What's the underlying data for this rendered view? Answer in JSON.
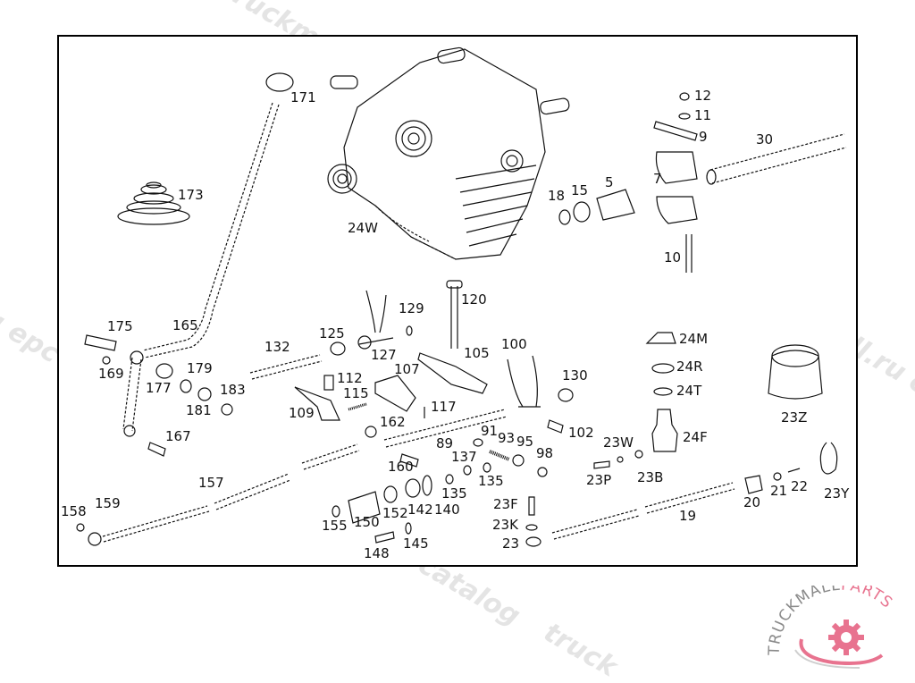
{
  "diagram": {
    "title": "Transmission shift mechanism exploded parts diagram",
    "parts": [
      {
        "id": "171",
        "label": "171"
      },
      {
        "id": "173",
        "label": "173"
      },
      {
        "id": "24W",
        "label": "24W"
      },
      {
        "id": "12",
        "label": "12"
      },
      {
        "id": "11",
        "label": "11"
      },
      {
        "id": "9",
        "label": "9"
      },
      {
        "id": "30",
        "label": "30"
      },
      {
        "id": "7",
        "label": "7"
      },
      {
        "id": "5",
        "label": "5"
      },
      {
        "id": "15",
        "label": "15"
      },
      {
        "id": "18",
        "label": "18"
      },
      {
        "id": "10",
        "label": "10"
      },
      {
        "id": "175",
        "label": "175"
      },
      {
        "id": "165",
        "label": "165"
      },
      {
        "id": "169",
        "label": "169"
      },
      {
        "id": "177",
        "label": "177"
      },
      {
        "id": "179",
        "label": "179"
      },
      {
        "id": "181",
        "label": "181"
      },
      {
        "id": "183",
        "label": "183"
      },
      {
        "id": "167",
        "label": "167"
      },
      {
        "id": "132",
        "label": "132"
      },
      {
        "id": "125",
        "label": "125"
      },
      {
        "id": "129",
        "label": "129"
      },
      {
        "id": "127",
        "label": "127"
      },
      {
        "id": "120",
        "label": "120"
      },
      {
        "id": "105",
        "label": "105"
      },
      {
        "id": "100",
        "label": "100"
      },
      {
        "id": "130",
        "label": "130"
      },
      {
        "id": "112",
        "label": "112"
      },
      {
        "id": "115",
        "label": "115"
      },
      {
        "id": "107",
        "label": "107"
      },
      {
        "id": "109",
        "label": "109"
      },
      {
        "id": "117",
        "label": "117"
      },
      {
        "id": "162",
        "label": "162"
      },
      {
        "id": "102",
        "label": "102"
      },
      {
        "id": "91",
        "label": "91"
      },
      {
        "id": "93",
        "label": "93"
      },
      {
        "id": "95",
        "label": "95"
      },
      {
        "id": "89",
        "label": "89"
      },
      {
        "id": "98",
        "label": "98"
      },
      {
        "id": "137",
        "label": "137"
      },
      {
        "id": "160",
        "label": "160"
      },
      {
        "id": "135a",
        "label": "135"
      },
      {
        "id": "135b",
        "label": "135"
      },
      {
        "id": "142",
        "label": "142"
      },
      {
        "id": "140",
        "label": "140"
      },
      {
        "id": "152",
        "label": "152"
      },
      {
        "id": "150",
        "label": "150"
      },
      {
        "id": "155",
        "label": "155"
      },
      {
        "id": "145",
        "label": "145"
      },
      {
        "id": "148",
        "label": "148"
      },
      {
        "id": "157",
        "label": "157"
      },
      {
        "id": "158",
        "label": "158"
      },
      {
        "id": "159",
        "label": "159"
      },
      {
        "id": "24M",
        "label": "24M"
      },
      {
        "id": "24R",
        "label": "24R"
      },
      {
        "id": "24T",
        "label": "24T"
      },
      {
        "id": "24F",
        "label": "24F"
      },
      {
        "id": "23Z",
        "label": "23Z"
      },
      {
        "id": "23W",
        "label": "23W"
      },
      {
        "id": "23P",
        "label": "23P"
      },
      {
        "id": "23B",
        "label": "23B"
      },
      {
        "id": "23F",
        "label": "23F"
      },
      {
        "id": "23K",
        "label": "23K"
      },
      {
        "id": "23",
        "label": "23"
      },
      {
        "id": "19",
        "label": "19"
      },
      {
        "id": "20",
        "label": "20"
      },
      {
        "id": "21",
        "label": "21"
      },
      {
        "id": "22",
        "label": "22"
      },
      {
        "id": "23Y",
        "label": "23Y"
      }
    ]
  },
  "watermarks": [
    "truckmall.ru epc catalog"
  ],
  "logo": {
    "text_dark": "TRUCKMALL",
    "text_accent": "PARTS",
    "accent_color": "#e8738f",
    "dark_color": "#8a8a8a"
  }
}
